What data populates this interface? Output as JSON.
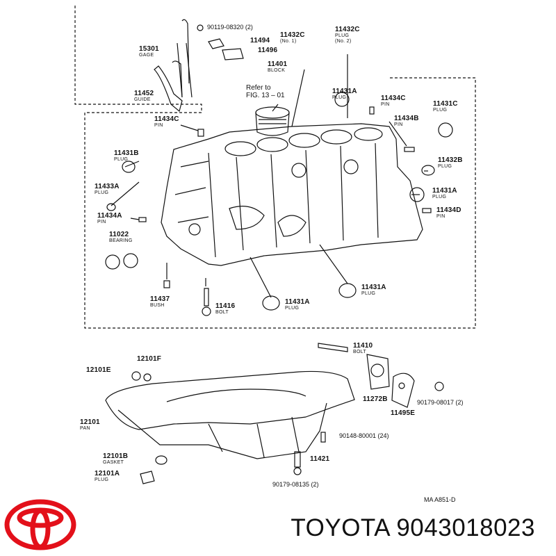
{
  "diagram": {
    "labels": {
      "p90119": "90119-08320 (2)",
      "p11432c_1": {
        "num": "11432C",
        "sub": "(No. 1)"
      },
      "p11432c_2": {
        "num": "11432C",
        "sub1": "PLUG",
        "sub2": "(No. 2)"
      },
      "p11494": "11494",
      "p11496": "11496",
      "p15301": {
        "num": "15301",
        "sub": "GAGE"
      },
      "p11401": {
        "num": "11401",
        "sub": "BLOCK"
      },
      "refer": {
        "line1": "Refer to",
        "line2": "FIG. 13 – 01"
      },
      "p11452": {
        "num": "11452",
        "sub": "GUIDE"
      },
      "p11431a_top": {
        "num": "11431A",
        "sub": "PLUG"
      },
      "p11434c_top": {
        "num": "11434C",
        "sub": "PIN"
      },
      "p11431c": {
        "num": "11431C",
        "sub": "PLUG"
      },
      "p11434c_left": {
        "num": "11434C",
        "sub": "PIN"
      },
      "p11434b": {
        "num": "11434B",
        "sub": "PIN"
      },
      "p11431b": {
        "num": "11431B",
        "sub": "PLUG"
      },
      "p11432b": {
        "num": "11432B",
        "sub": "PLUG"
      },
      "p11433a": {
        "num": "11433A",
        "sub": "PLUG"
      },
      "p11431a_right": {
        "num": "11431A",
        "sub": "PLUG"
      },
      "p11434d": {
        "num": "11434D",
        "sub": "PIN"
      },
      "p11434a": {
        "num": "11434A",
        "sub": "PIN"
      },
      "p11022": {
        "num": "11022",
        "sub": "BEARING"
      },
      "p11431a_low": {
        "num": "11431A",
        "sub": "PLUG"
      },
      "p11437": {
        "num": "11437",
        "sub": "BUSH"
      },
      "p11416": {
        "num": "11416",
        "sub": "BOLT"
      },
      "p11431a_bot": {
        "num": "11431A",
        "sub": "PLUG"
      },
      "p11410": {
        "num": "11410",
        "sub": "BOLT"
      },
      "p12101f": "12101F",
      "p12101e": "12101E",
      "p11272b": "11272B",
      "p90179_08017": "90179-08017 (2)",
      "p11495e": "11495E",
      "p12101": {
        "num": "12101",
        "sub": "PAN"
      },
      "p90148": "90148-80001 (24)",
      "p12101b": {
        "num": "12101B",
        "sub": "GASKET"
      },
      "p11421": "11421",
      "p12101a": {
        "num": "12101A",
        "sub": "PLUG"
      },
      "p90179_08135": "90179-08135 (2)",
      "diagram_code": "MA A851-D"
    }
  },
  "brand": {
    "logo_color": "#e3101a"
  },
  "caption": "TOYOTA 9043018023"
}
